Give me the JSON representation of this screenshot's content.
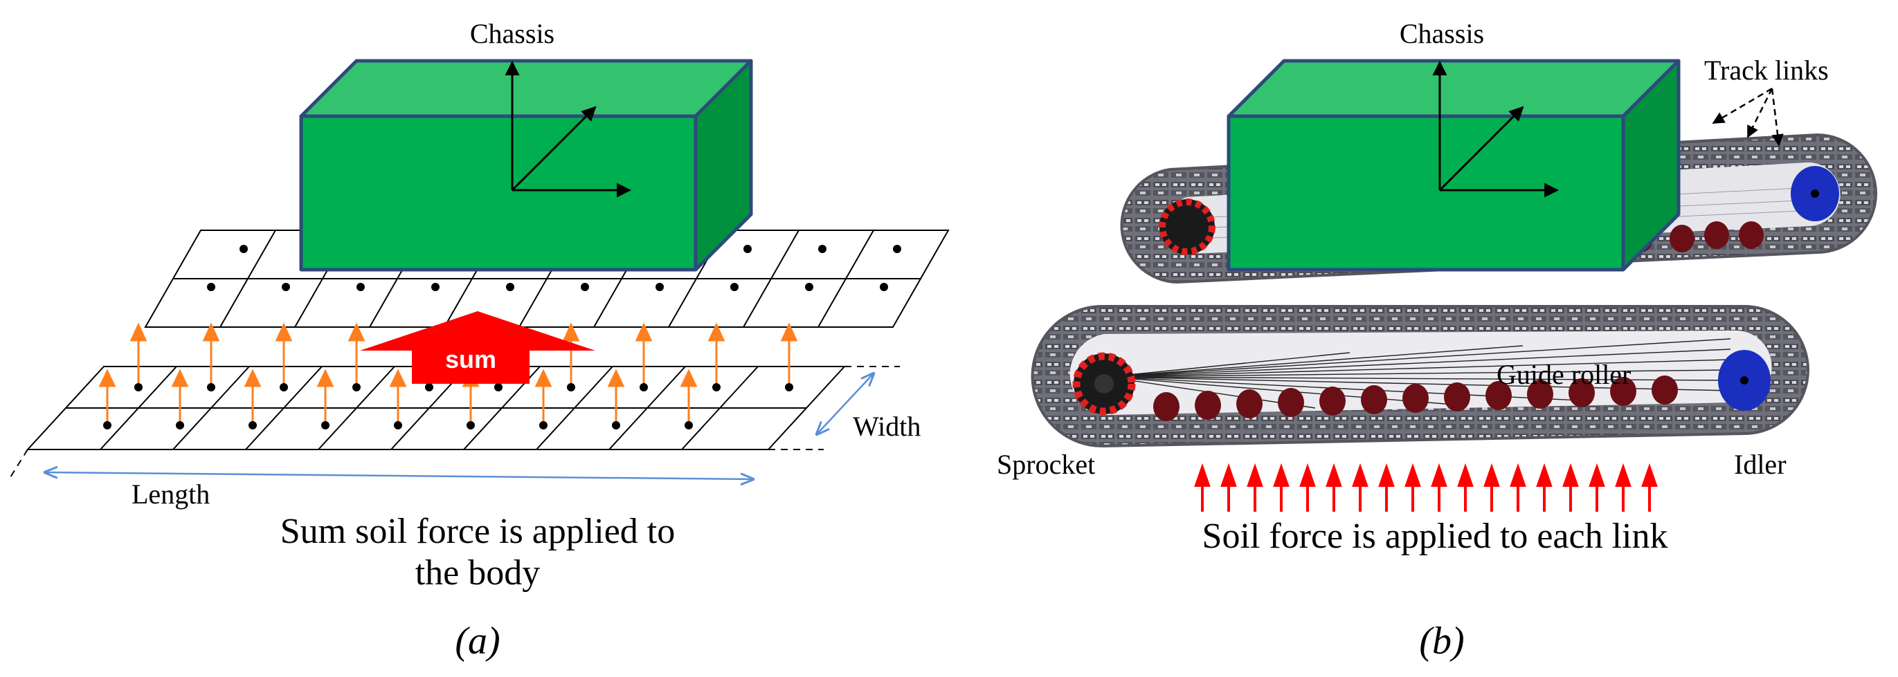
{
  "panel_a": {
    "chassis_label": "Chassis",
    "sum_label": "sum",
    "width_label": "Width",
    "length_label": "Length",
    "caption_line1": "Sum soil force is applied to",
    "caption_line2": "the body",
    "subfig_label": "(a)"
  },
  "panel_b": {
    "chassis_label": "Chassis",
    "track_links_label": "Track links",
    "guide_roller_label": "Guide roller",
    "sprocket_label": "Sprocket",
    "idler_label": "Idler",
    "caption": "Soil force is applied to each link",
    "subfig_label": "(b)"
  },
  "colors": {
    "chassis_front": "#00b050",
    "chassis_top": "#33c26e",
    "chassis_side": "#00913f",
    "chassis_edge": "#2e4a7a",
    "force_arrow": "#ff7f1e",
    "sum_arrow": "#ff0000",
    "soil_arrow": "#ff0000",
    "dimension_line": "#5b8fd6",
    "track_gray": "#6e6e78",
    "sprocket_red": "#e02020",
    "idler_blue": "#1a2fc0",
    "roller_darkred": "#6a0f16"
  }
}
